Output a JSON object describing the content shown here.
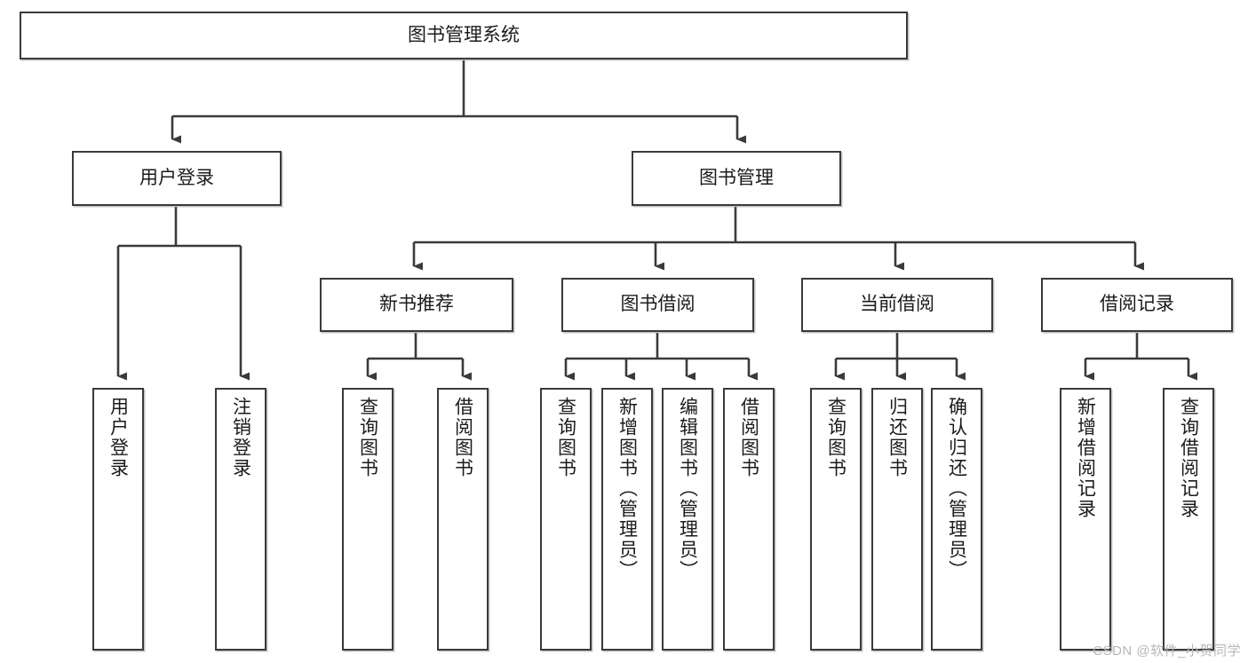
{
  "diagram": {
    "title": "图书管理系统",
    "type": "tree-hierarchy-chart",
    "root": {
      "id": "root",
      "label": "图书管理系统",
      "orientation": "horizontal"
    },
    "level2": [
      {
        "id": "user-login",
        "label": "用户登录",
        "orientation": "horizontal"
      },
      {
        "id": "book-manage",
        "label": "图书管理",
        "orientation": "horizontal"
      }
    ],
    "level3": [
      {
        "id": "new-book-recommend",
        "label": "新书推荐",
        "orientation": "horizontal"
      },
      {
        "id": "book-borrow",
        "label": "图书借阅",
        "orientation": "horizontal"
      },
      {
        "id": "current-borrow",
        "label": "当前借阅",
        "orientation": "horizontal"
      },
      {
        "id": "borrow-record",
        "label": "借阅记录",
        "orientation": "horizontal"
      }
    ],
    "leaves": [
      {
        "id": "leaf-user-login",
        "label": "用户登录",
        "parent": "user-login",
        "orientation": "vertical"
      },
      {
        "id": "leaf-user-logout",
        "label": "注销登录",
        "parent": "user-login",
        "orientation": "vertical"
      },
      {
        "id": "leaf-query-book-1",
        "label": "查询图书",
        "parent": "new-book-recommend",
        "orientation": "vertical"
      },
      {
        "id": "leaf-borrow-book-1",
        "label": "借阅图书",
        "parent": "new-book-recommend",
        "orientation": "vertical"
      },
      {
        "id": "leaf-query-book-2",
        "label": "查询图书",
        "parent": "book-borrow",
        "orientation": "vertical"
      },
      {
        "id": "leaf-add-book",
        "label": "新增图书（管理员）",
        "parent": "book-borrow",
        "orientation": "vertical"
      },
      {
        "id": "leaf-edit-book",
        "label": "编辑图书（管理员）",
        "parent": "book-borrow",
        "orientation": "vertical"
      },
      {
        "id": "leaf-borrow-book-2",
        "label": "借阅图书",
        "parent": "book-borrow",
        "orientation": "vertical"
      },
      {
        "id": "leaf-query-book-3",
        "label": "查询图书",
        "parent": "current-borrow",
        "orientation": "vertical"
      },
      {
        "id": "leaf-return-book",
        "label": "归还图书",
        "parent": "current-borrow",
        "orientation": "vertical"
      },
      {
        "id": "leaf-confirm-return",
        "label": "确认归还（管理员）",
        "parent": "current-borrow",
        "orientation": "vertical"
      },
      {
        "id": "leaf-add-record",
        "label": "新增借阅记录",
        "parent": "borrow-record",
        "orientation": "vertical"
      },
      {
        "id": "leaf-query-record",
        "label": "查询借阅记录",
        "parent": "borrow-record",
        "orientation": "vertical"
      }
    ],
    "colors": {
      "border": "#3a3a3a",
      "connector": "#3a3a3a",
      "background": "#ffffff",
      "text": "#1b1b1b",
      "watermark": "#b8b8b8"
    }
  },
  "watermark": {
    "text": "CSDN @软件_小贺同学"
  }
}
